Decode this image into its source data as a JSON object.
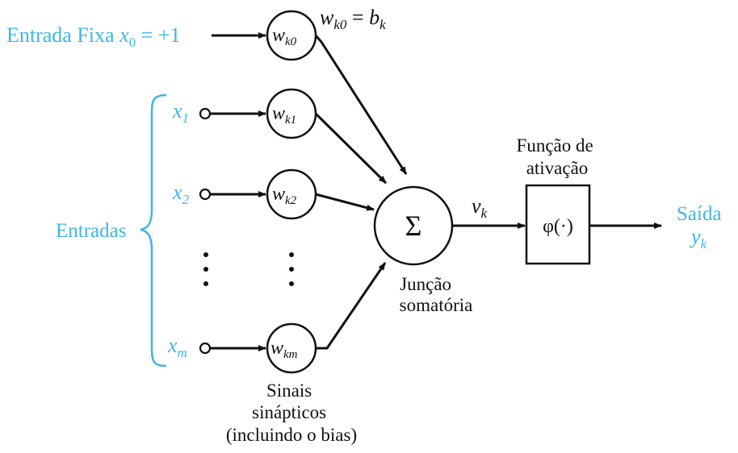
{
  "fixed_input": {
    "label": "Entrada Fixa",
    "var": "x",
    "sub": "0",
    "value": " = +1"
  },
  "bias_equation": {
    "lhs_var": "w",
    "lhs_sub": "k0",
    "eq": " = ",
    "rhs_var": "b",
    "rhs_sub": "k"
  },
  "inputs": {
    "group_label": "Entradas",
    "items": [
      {
        "var": "x",
        "sub": "1"
      },
      {
        "var": "x",
        "sub": "2"
      },
      {
        "var": "x",
        "sub": "m"
      }
    ]
  },
  "weights": [
    {
      "var": "w",
      "sub": "k0"
    },
    {
      "var": "w",
      "sub": "k1"
    },
    {
      "var": "w",
      "sub": "k2"
    },
    {
      "var": "w",
      "sub": "km"
    }
  ],
  "weights_caption": [
    "Sinais",
    "sinápticos",
    "(incluindo o bias)"
  ],
  "summing_junction": {
    "symbol": "Σ",
    "caption": [
      "Junção",
      "somatória"
    ]
  },
  "induced_field": {
    "var": "v",
    "sub": "k"
  },
  "activation": {
    "title": [
      "Função de",
      "ativação"
    ],
    "symbol": "φ(·)"
  },
  "output": {
    "label": "Saída",
    "var": "y",
    "sub": "k"
  },
  "colors": {
    "input_text": "#3fb6e6",
    "lines": "#111111"
  }
}
